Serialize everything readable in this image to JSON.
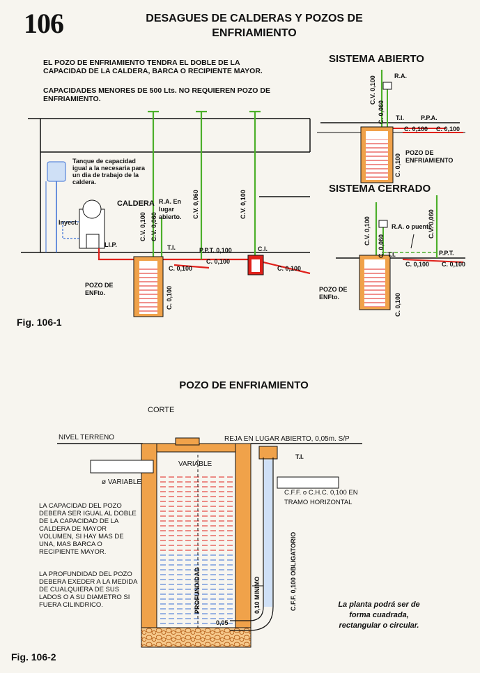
{
  "page_number": "106",
  "page_title": "DESAGUES DE CALDERAS Y POZOS DE ENFRIAMIENTO",
  "fig1": {
    "note1": "EL POZO DE ENFRIAMIENTO TENDRA EL DOBLE DE LA CAPACIDAD DE LA CALDERA, BARCA O RECIPIENTE MAYOR.",
    "note2": "CAPACIDADES MENORES DE 500 Lts. NO REQUIEREN POZO DE ENFRIAMIENTO.",
    "tank_note": "Tanque de capacidad igual a la necesaria para un dia de trabajo de la caldera.",
    "caldera": "CALDERA",
    "inyect": "Inyect.",
    "lip": "LI.P.",
    "ra": "R.A. En lugar abierto.",
    "cv1": "C.V. 0,100",
    "cv2": "C.V. 0,060",
    "cv3": "C.V. 0,060",
    "cv4": "C.V. 0,100",
    "ti": "T.I.",
    "ppt": "P.P.T. 0,100",
    "ci": "C.I.",
    "c100a": "C. 0,100",
    "c100b": "C. 0,100",
    "c100c": "C. 0,100",
    "c100d": "C. 0,100",
    "pozo": "POZO DE ENFto.",
    "label": "Fig. 106-1"
  },
  "abierto": {
    "title": "SISTEMA ABIERTO",
    "ra": "R.A.",
    "cv100": "C.V. 0,100",
    "c060": "C. 0,060",
    "ti": "T.I.",
    "ppa": "P.P.A.",
    "c100a": "C. 0,100",
    "c100b": "C. 0,100",
    "c100c": "C. 0,100",
    "pozo": "POZO DE ENFRIAMIENTO"
  },
  "cerrado": {
    "title": "SISTEMA CERRADO",
    "cv100": "C.V. 0,100",
    "ra": "R.A. o puente",
    "cv060": "C.V. 0,060",
    "c060": "C. 0,060",
    "ti": "T.I.",
    "ppt": "P.P.T.",
    "c100a": "C. 0,100",
    "c100b": "C. 0,100",
    "c100c": "C. 0,100",
    "pozo": "POZO DE ENFto."
  },
  "fig2": {
    "title": "POZO DE ENFRIAMIENTO",
    "corte": "CORTE",
    "nivel": "NIVEL TERRENO",
    "reja": "REJA EN LUGAR ABIERTO, 0,05m. S/P",
    "ti": "T.I.",
    "variable_top": "VARIABLE",
    "variable_pipe": "ø VARIABLE",
    "cff": "C.F.F. o C.H.C. 0,100 EN TRAMO HORIZONTAL",
    "note1": "LA CAPACIDAD DEL POZO DEBERA SER IGUAL AL DOBLE DE LA CAPACIDAD DE LA CALDERA DE MAYOR VOLUMEN, SI HAY MAS DE UNA, MAS BARCA O RECIPIENTE MAYOR.",
    "note2": "LA PROFUNDIDAD DEL POZO DEBERA EXEDER A LA MEDIDA DE CUALQUIERA DE SUS LADOS O A SU DIAMETRO SI FUERA CILINDRICO.",
    "profundidad": "PROFUNDIDAD",
    "minimo": "0,10 MINIMO",
    "obligatorio": "C.F.F. 0,100 OBLIGATORIO",
    "dim05": "0,05",
    "planta": "La planta podrá ser de forma cuadrada, rectangular o circular.",
    "label": "Fig. 106-2"
  },
  "colors": {
    "green": "#4caf2a",
    "red": "#e0211b",
    "blue": "#3a6fd6",
    "orange": "#f0a24a",
    "black": "#111111"
  }
}
